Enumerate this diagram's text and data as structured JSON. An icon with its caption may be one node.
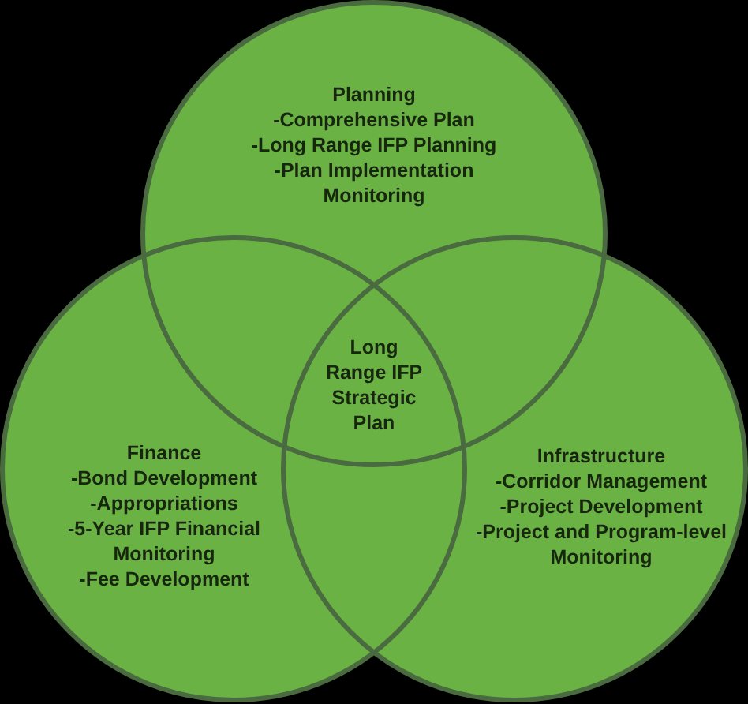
{
  "diagram": {
    "nodes": [
      {
        "text": [
          "Planning",
          "-Comprehensive Plan",
          "-Long Range IFP Planning",
          "-Plan Implementation Monitoring"
        ]
      },
      {
        "text": [
          "Finance",
          "-Bond Development",
          "-Appropriations",
          "-5-Year IFP Financial Monitoring",
          "-Fee Development"
        ]
      },
      {
        "text": [
          "Infrastructure",
          "-Corridor Management",
          "-Project Development",
          "-Project and Program-level Monitoring"
        ]
      }
    ],
    "labels": [
      "Long Range IFP Strategic Plan"
    ]
  }
}
